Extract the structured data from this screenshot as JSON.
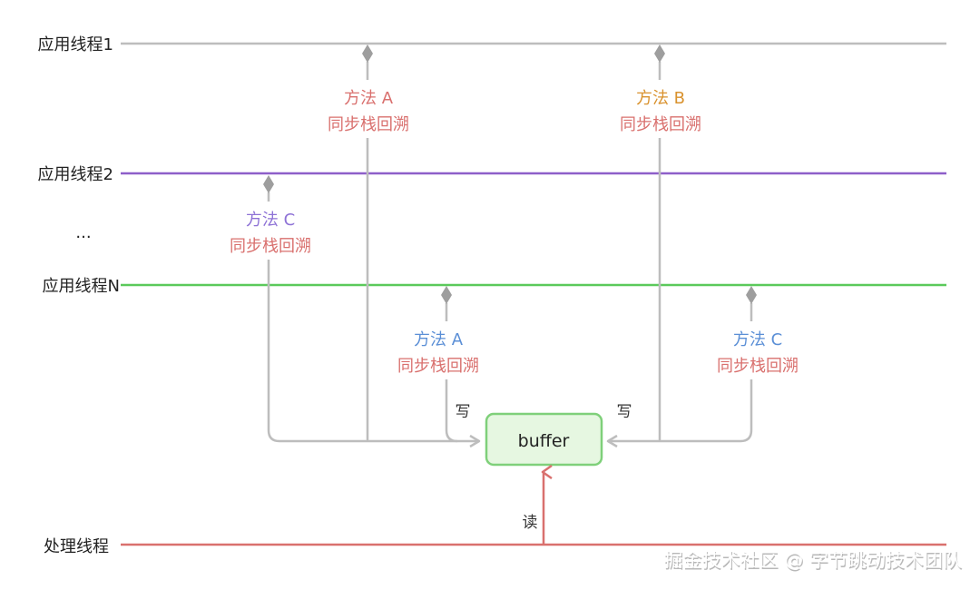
{
  "threads": {
    "app1": {
      "label": "应用线程1",
      "color": "#bdbdbd"
    },
    "app2": {
      "label": "应用线程2",
      "color": "#8e5fc9"
    },
    "ellipsis": "...",
    "appN": {
      "label": "应用线程N",
      "color": "#5bc95b"
    },
    "worker": {
      "label": "处理线程",
      "color": "#d9706e"
    }
  },
  "calls": [
    {
      "method": "方法 A",
      "backtrace": "同步栈回溯",
      "method_color": "#d9706e",
      "backtrace_color": "#d9706e"
    },
    {
      "method": "方法 B",
      "backtrace": "同步栈回溯",
      "method_color": "#d9922e",
      "backtrace_color": "#d9706e"
    },
    {
      "method": "方法 C",
      "backtrace": "同步栈回溯",
      "method_color": "#8e72d6",
      "backtrace_color": "#d9706e"
    },
    {
      "method": "方法 A",
      "backtrace": "同步栈回溯",
      "method_color": "#5b8fd6",
      "backtrace_color": "#d9706e"
    },
    {
      "method": "方法 C",
      "backtrace": "同步栈回溯",
      "method_color": "#5b8fd6",
      "backtrace_color": "#d9706e"
    }
  ],
  "buffer": {
    "label": "buffer",
    "fill": "#e6f7e1",
    "stroke": "#7fd07a"
  },
  "write_left": "写",
  "write_right": "写",
  "read": "读",
  "connector_color": "#bdbdbd",
  "read_arrow_color": "#d9706e",
  "watermark": "掘金技术社区 @ 字节跳动技术团队"
}
